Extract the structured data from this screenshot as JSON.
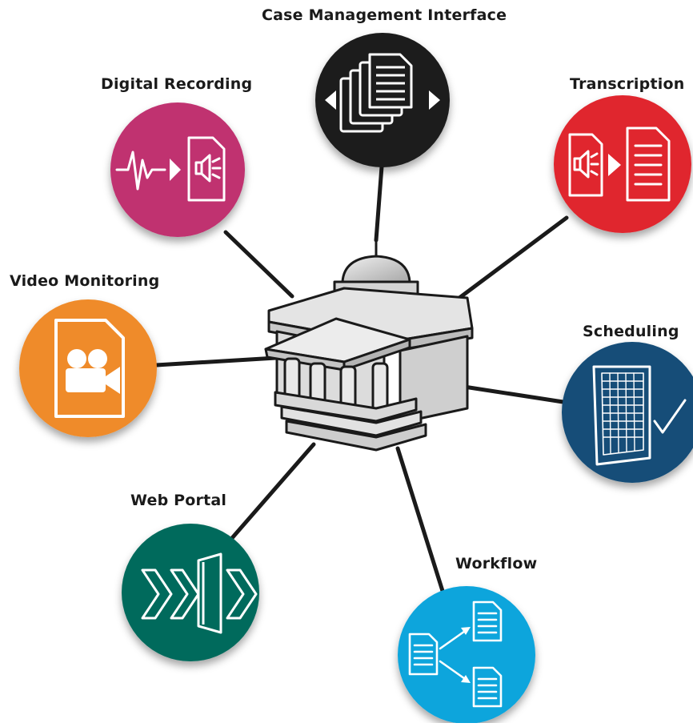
{
  "diagram": {
    "hub": {
      "icon": "courthouse-icon"
    },
    "nodes": [
      {
        "id": "case",
        "label": "Case Management Interface",
        "color": "#1c1c1c",
        "icon": "documents-stack-icon"
      },
      {
        "id": "digital",
        "label": "Digital Recording",
        "color": "#c0306f",
        "icon": "waveform-to-audio-file-icon"
      },
      {
        "id": "transcription",
        "label": "Transcription",
        "color": "#e0262f",
        "icon": "audio-to-text-file-icon"
      },
      {
        "id": "video",
        "label": "Video Monitoring",
        "color": "#ef8b2a",
        "icon": "video-camera-file-icon"
      },
      {
        "id": "scheduling",
        "label": "Scheduling",
        "color": "#124d78",
        "icon": "calendar-checkmark-icon"
      },
      {
        "id": "web",
        "label": "Web Portal",
        "color": "#036b5c",
        "icon": "portal-door-icon"
      },
      {
        "id": "workflow",
        "label": "Workflow",
        "color": "#0fa5dc",
        "icon": "document-flow-icon"
      }
    ]
  }
}
